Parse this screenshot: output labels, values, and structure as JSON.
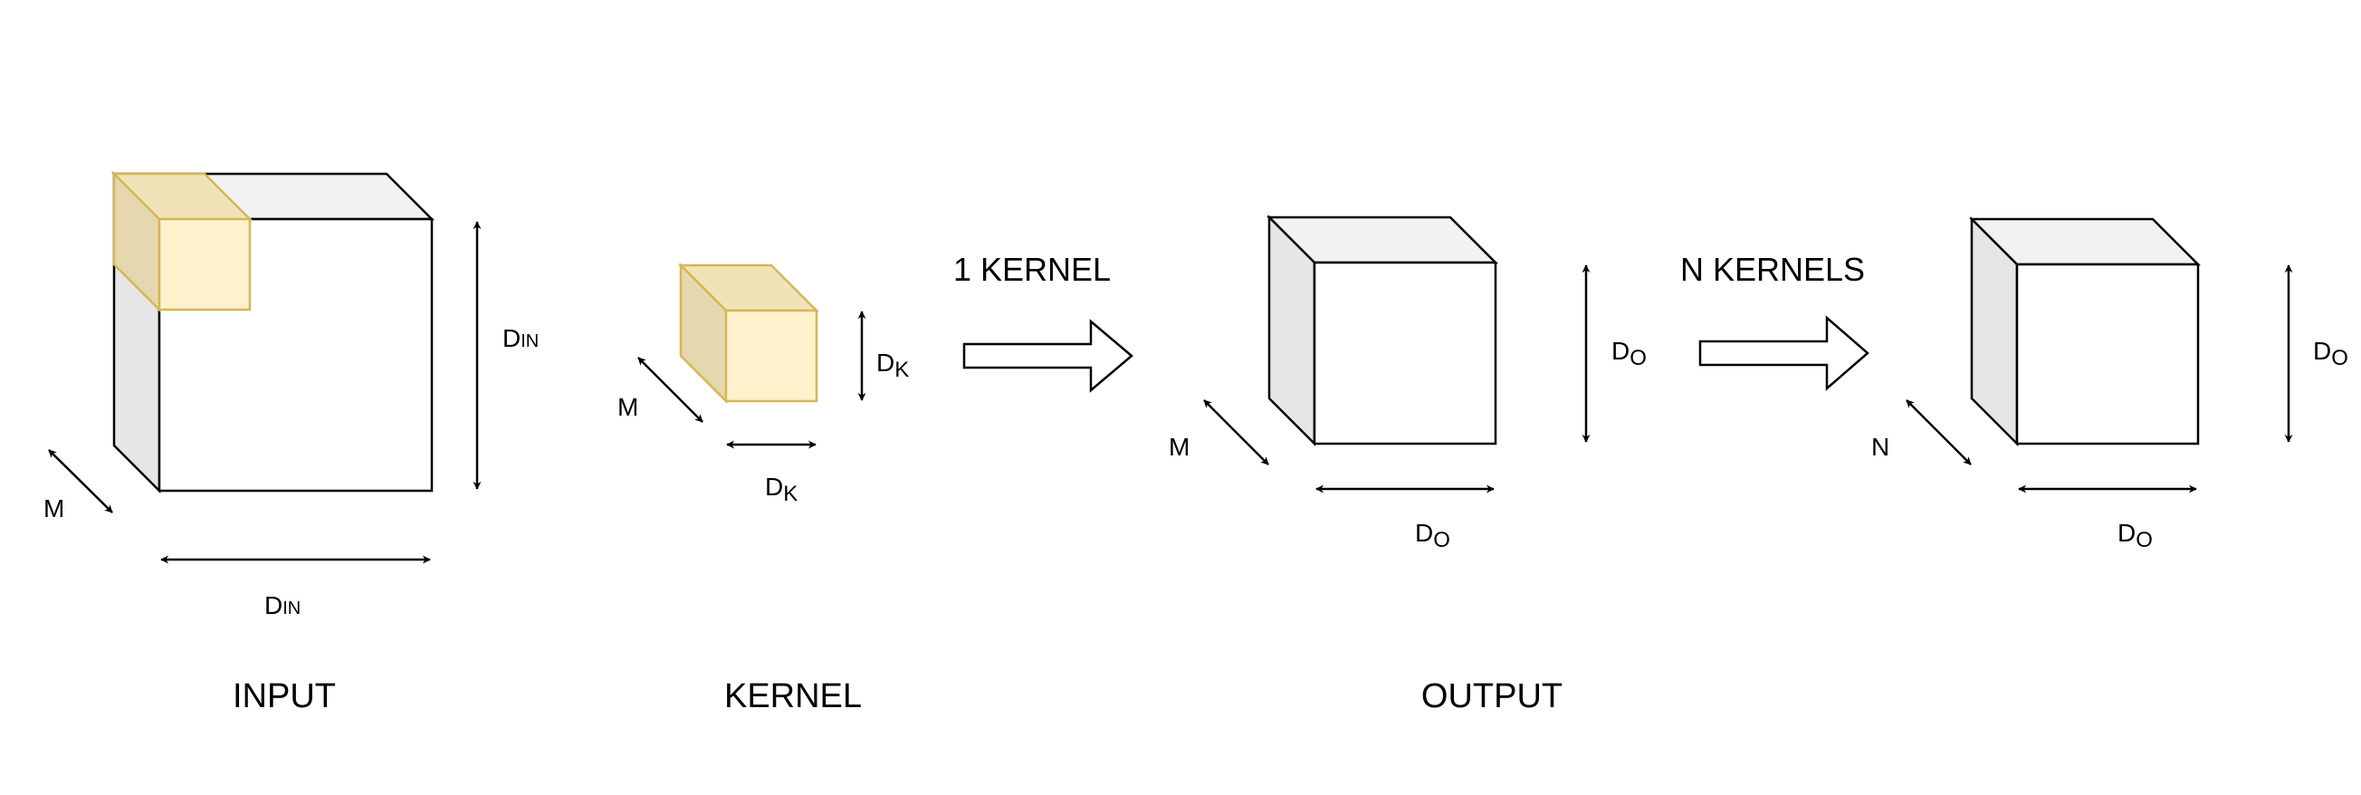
{
  "colors": {
    "stroke": "#000000",
    "top_face": "#f2f2f2",
    "side_face": "#e6e6e6",
    "front_face": "#ffffff",
    "highlight_top": "#f1e3b8",
    "highlight_side": "#e5d8ae",
    "highlight_front": "#fff2cc",
    "highlight_stroke": "#d6b656"
  },
  "input": {
    "caption": "INPUT",
    "width_label": {
      "main": "D",
      "sub": "IN"
    },
    "height_label": {
      "main": "D",
      "sub": "IN"
    },
    "depth_label": "M"
  },
  "kernel": {
    "caption": "KERNEL",
    "width_label": {
      "main": "D",
      "sub": "K"
    },
    "height_label": {
      "main": "D",
      "sub": "K"
    },
    "depth_label": "M"
  },
  "arrow_one": {
    "label": "1 KERNEL"
  },
  "output_single": {
    "width_label": {
      "main": "D",
      "sub": "O"
    },
    "height_label": {
      "main": "D",
      "sub": "O"
    },
    "depth_label": "M"
  },
  "arrow_n": {
    "label": "N KERNELS"
  },
  "output": {
    "caption": "OUTPUT",
    "width_label": {
      "main": "D",
      "sub": "O"
    },
    "height_label": {
      "main": "D",
      "sub": "O"
    },
    "depth_label": "N"
  }
}
